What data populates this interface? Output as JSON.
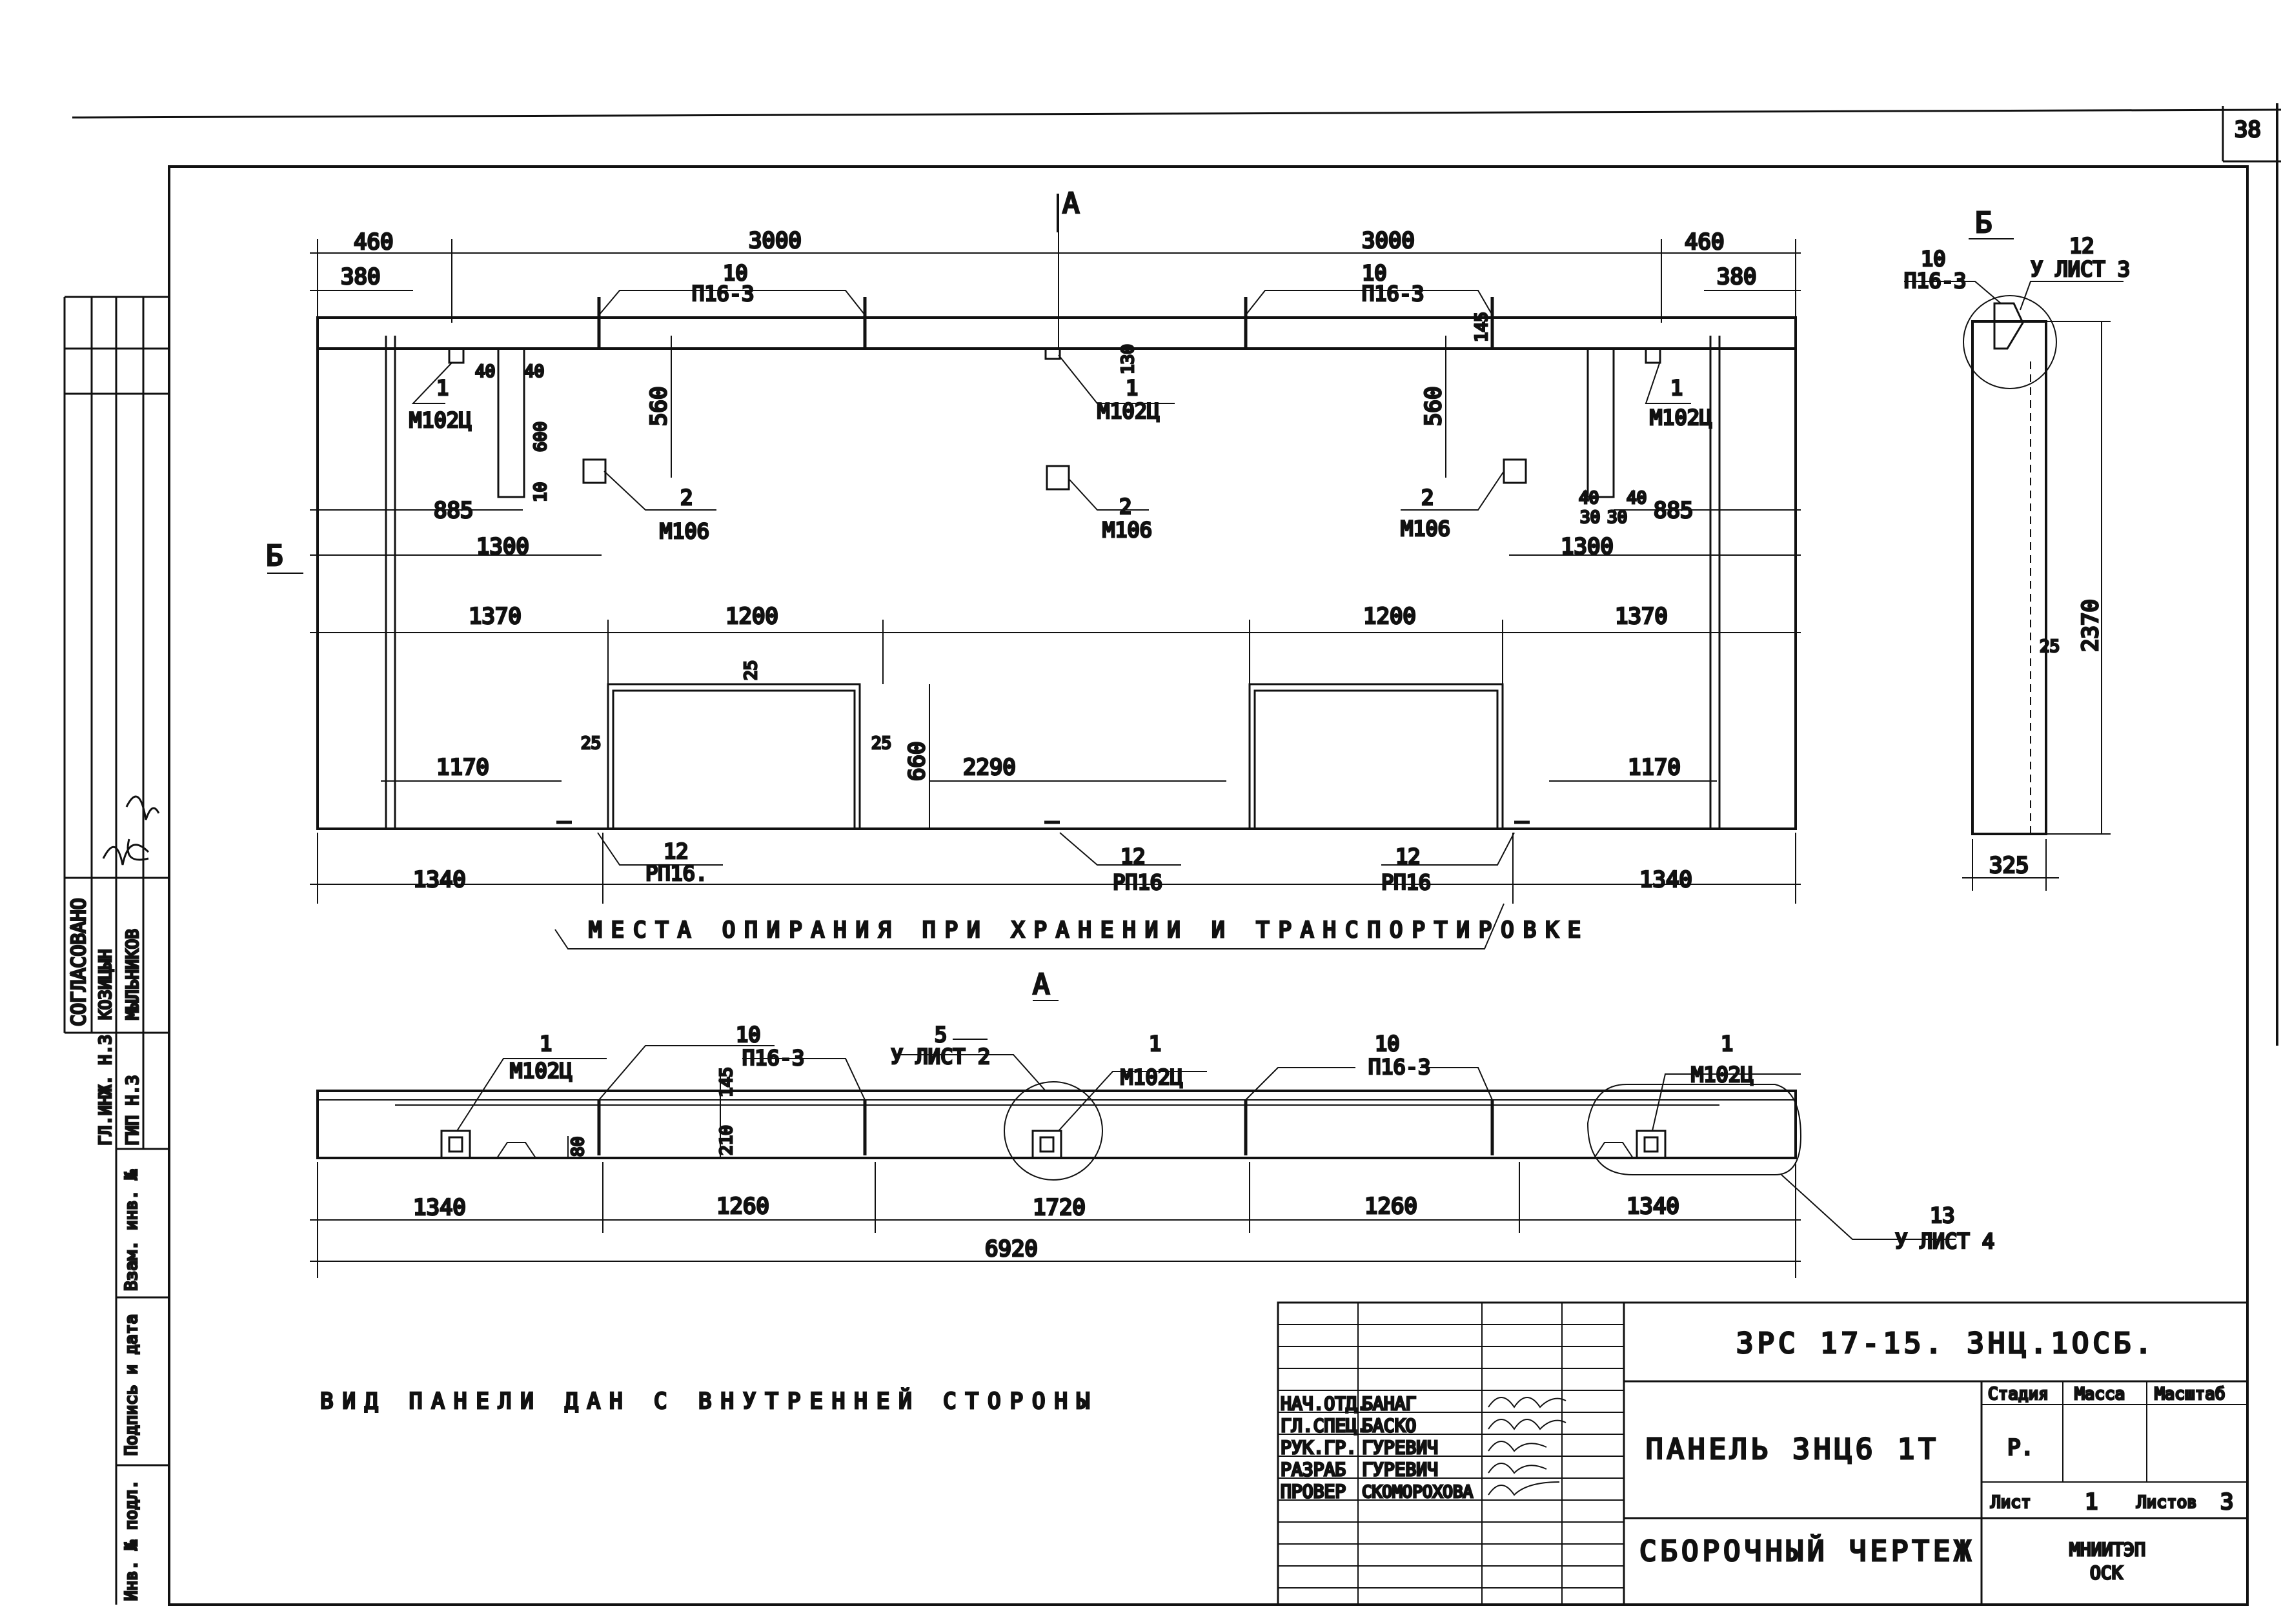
{
  "sheet_number": "38",
  "section_marks": {
    "a": "А",
    "b": "Б"
  },
  "top_dims": {
    "d1": "460",
    "d2": "3000",
    "d3": "3000",
    "d4": "460",
    "d5": "380",
    "d6": "380"
  },
  "callouts": {
    "p16_left": {
      "num": "10",
      "code": "П16-3"
    },
    "p16_right": {
      "num": "10",
      "code": "П16-3"
    },
    "m102_left": {
      "num": "1",
      "code": "М102Ц"
    },
    "m102_center": {
      "num": "1",
      "code": "М102Ц"
    },
    "m102_right": {
      "num": "1",
      "code": "М102Ц"
    },
    "m106_left": {
      "num": "2",
      "code": "М106"
    },
    "m106_center": {
      "num": "2",
      "code": "М106"
    },
    "m106_right": {
      "num": "2",
      "code": "М106"
    },
    "rp_left": {
      "num": "12",
      "code": "РП16."
    },
    "rp_center": {
      "num": "12",
      "code": "РП16"
    },
    "rp_right": {
      "num": "12",
      "code": "РП16"
    }
  },
  "inner_dims": {
    "d560l": "560",
    "d560r": "560",
    "d130": "130",
    "d145": "145",
    "d600": "600",
    "d10": "10",
    "d40a": "40",
    "d40b": "40",
    "d40c": "40",
    "d40d": "40",
    "d30a": "30",
    "d30b": "30",
    "d885l": "885",
    "d885r": "885",
    "d1300l": "1300",
    "d1300r": "1300",
    "d1370l": "1370",
    "d1200l": "1200",
    "d1200r": "1200",
    "d1370r": "1370",
    "d25a": "25",
    "d25b": "25",
    "d25c": "25",
    "d660": "660",
    "d2290": "2290",
    "d1170l": "1170",
    "d1170r": "1170",
    "d1340l": "1340",
    "d1340r": "1340"
  },
  "support_note": "МЕСТА ОПИРАНИЯ ПРИ ХРАНЕНИИ И ТРАНСПОРТИРОВКЕ",
  "side_view": {
    "callout_num": "10",
    "callout_code": "П16-3",
    "ref_num": "12",
    "ref_sheet": "У ЛИСТ 3",
    "d25": "25",
    "height": "2370",
    "width": "325"
  },
  "plan_view": {
    "c1": {
      "num": "1",
      "code": "М102Ц"
    },
    "c2": {
      "num": "10",
      "code": "П16-3"
    },
    "c3": {
      "num": "5",
      "code": "У ЛИСТ 2"
    },
    "c4": {
      "num": "1",
      "code": "М102Ц"
    },
    "c5": {
      "num": "10",
      "code": "П16-3"
    },
    "c6": {
      "num": "1",
      "code": "М102Ц"
    },
    "c7": {
      "num": "13",
      "code": "У ЛИСТ 4"
    },
    "d145": "145",
    "d210": "210",
    "d80": "80",
    "dims": [
      "1340",
      "1260",
      "1720",
      "1260",
      "1340"
    ],
    "total": "6920"
  },
  "view_note": "ВИД ПАНЕЛИ ДАН С ВНУТРЕННЕЙ СТОРОНЫ",
  "approval": {
    "title": "СОГЛАСОВАНО",
    "r1_role": "ГЛ.ИНЖ. Н.З",
    "r1_name": "КОЗИЦЫН",
    "r2_role": "ГИП Н.З",
    "r2_name": "МЫЛЬНИКОВ",
    "f1": "Взам. инв. №",
    "f2": "Подпись и дата",
    "f3": "Инв. № подл."
  },
  "title_block": {
    "code": "ЗРС 17-15. ЗНЦ.1ОСБ.",
    "staff": [
      {
        "role": "НАЧ.ОТД.",
        "name": "БАНАГ"
      },
      {
        "role": "ГЛ.СПЕЦ.",
        "name": "БАСКО"
      },
      {
        "role": "РУК.ГР.",
        "name": "ГУРЕВИЧ"
      },
      {
        "role": "РАЗРАБ",
        "name": "ГУРЕВИЧ"
      },
      {
        "role": "ПРОВЕР",
        "name": "СКОМОРОХОВА"
      }
    ],
    "name": "ПАНЕЛЬ ЗНЦ6 1Т",
    "stage_label": "Стадия",
    "mass_label": "Масса",
    "scale_label": "Масштаб",
    "stage": "Р.",
    "sheet_label": "Лист",
    "sheet": "1",
    "sheets_label": "Листов",
    "sheets": "3",
    "drawing_type": "СБОРОЧНЫЙ ЧЕРТЕЖ",
    "org1": "МНИИТЭП",
    "org2": "ОСК"
  }
}
